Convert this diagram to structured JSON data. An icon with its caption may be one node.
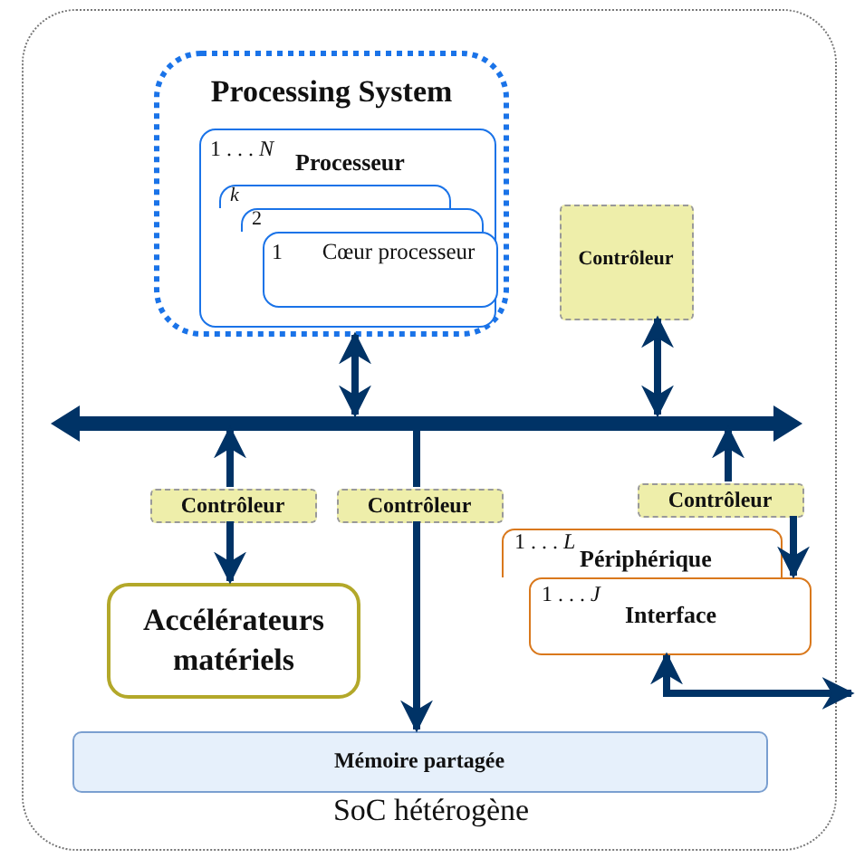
{
  "diagram": {
    "nodes": [
      {
        "text": [
          "SoC hétérogène"
        ]
      },
      {
        "text": [
          "Processing System"
        ],
        "in": 0
      },
      {
        "text": [
          "1 . . . *N*",
          "Processeur"
        ],
        "in": 1
      },
      {
        "text": [
          "k"
        ],
        "in": 2
      },
      {
        "text": [
          "2"
        ],
        "in": 2
      },
      {
        "text": [
          "1",
          "Cœur processeur"
        ],
        "in": 2
      },
      {
        "text": [
          "Contrôleur"
        ],
        "in": 0
      },
      {
        "text": [],
        "shape": "bar",
        "in": 0
      },
      {
        "text": [
          "Contrôleur"
        ],
        "in": 0
      },
      {
        "text": [
          "Contrôleur"
        ],
        "in": 0
      },
      {
        "text": [
          "Contrôleur"
        ],
        "in": 0
      },
      {
        "text": [
          "Accélérateurs matériels"
        ],
        "in": 0
      },
      {
        "text": [
          "1 . . . *L*",
          "Périphérique"
        ],
        "in": 0
      },
      {
        "text": [
          "1 . . . *J*",
          "Interface"
        ],
        "in": 0
      },
      {
        "text": [
          "Mémoire partagée"
        ],
        "in": 0
      }
    ],
    "edges": [
      {
        "from": 1,
        "to": 7,
        "arrow": "both"
      },
      {
        "from": 6,
        "to": 7,
        "arrow": "both"
      },
      {
        "from": 8,
        "to": 7,
        "arrow": "to"
      },
      {
        "from": 8,
        "to": 11,
        "arrow": "to"
      },
      {
        "from": 7,
        "to": 9,
        "arrow": "none"
      },
      {
        "from": 9,
        "to": 14,
        "arrow": "to"
      },
      {
        "from": 10,
        "to": 7,
        "arrow": "to"
      },
      {
        "from": 10,
        "to": 13,
        "arrow": "to"
      },
      {
        "from": 13,
        "to": null,
        "arrow": "both"
      }
    ]
  }
}
